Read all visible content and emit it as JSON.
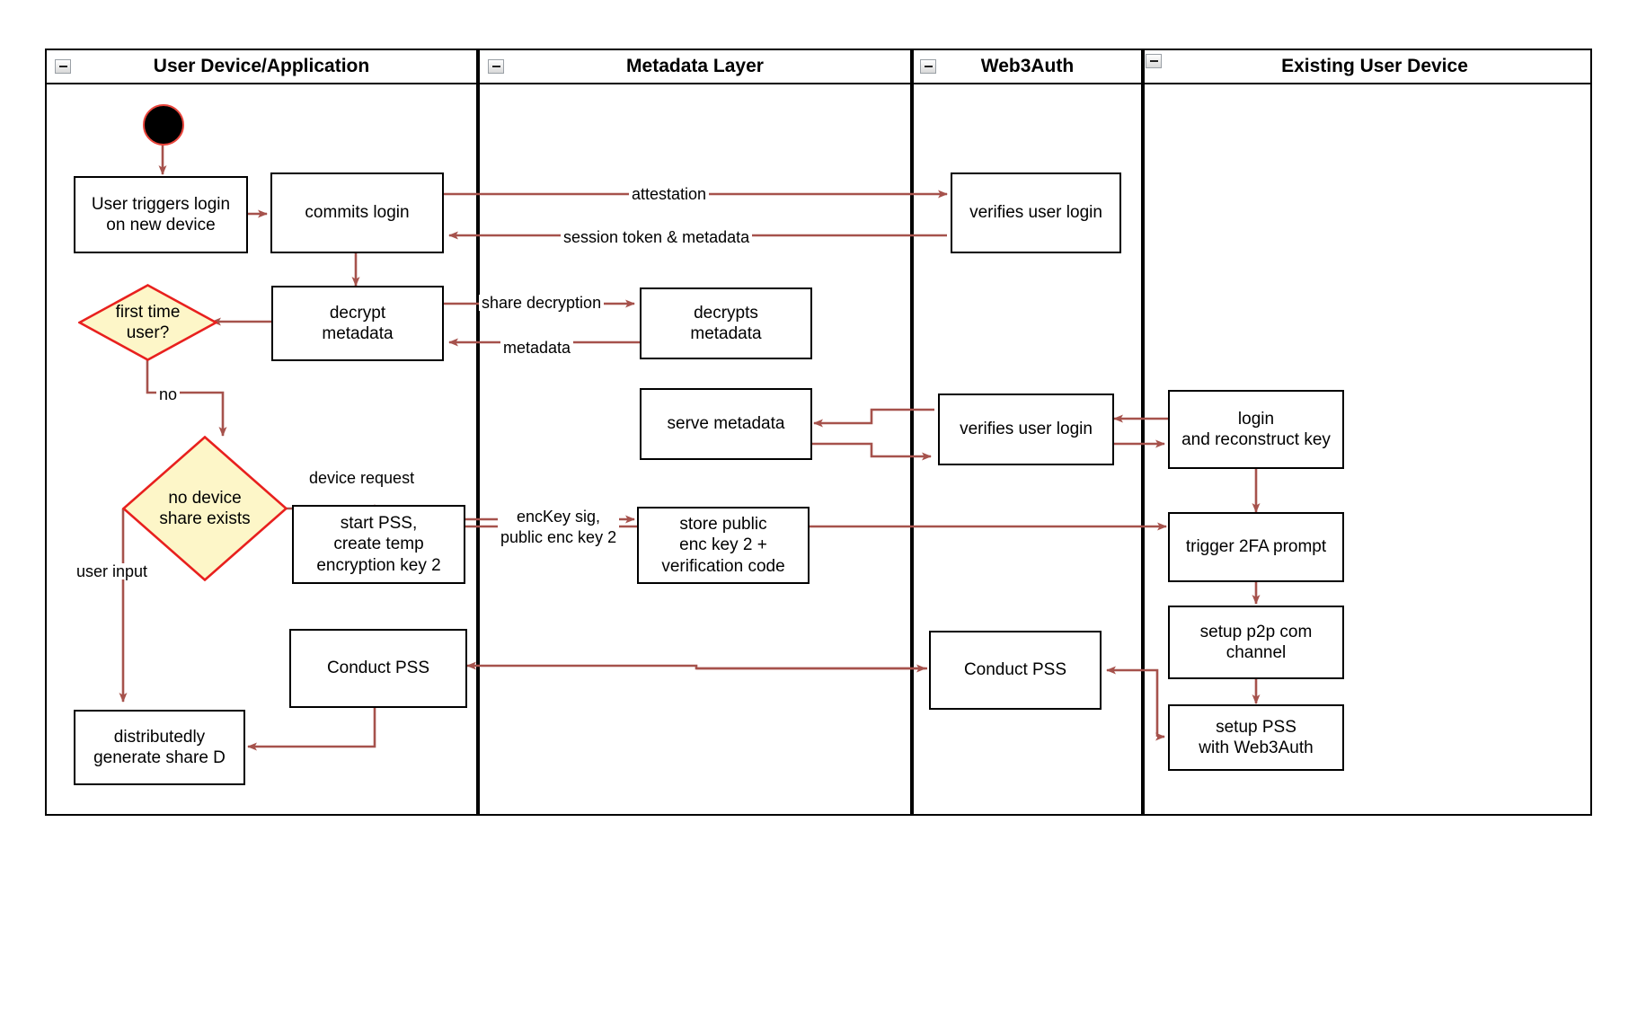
{
  "diagram": {
    "title": "Web3Auth new-device login activity diagram",
    "accent_edge_color": "#a6524c",
    "decision_fill": "#fdf6c8",
    "decision_stroke": "#e8201e",
    "start_fill": "#000000",
    "start_stroke": "#e8453c"
  },
  "lanes": [
    {
      "id": "user-device",
      "title": "User Device/Application",
      "collapse_icon": "collapse-minus-icon"
    },
    {
      "id": "metadata-layer",
      "title": "Metadata Layer",
      "collapse_icon": "collapse-minus-icon"
    },
    {
      "id": "web3auth",
      "title": "Web3Auth",
      "collapse_icon": "collapse-minus-icon"
    },
    {
      "id": "existing-user-device",
      "title": "Existing User Device",
      "collapse_icon": "collapse-minus-icon"
    }
  ],
  "nodes": {
    "start": {
      "label": "",
      "shape": "initial-state"
    },
    "user_triggers_login": {
      "label": "User triggers login\non new device",
      "shape": "activity"
    },
    "commits_login": {
      "label": "commits login",
      "shape": "activity"
    },
    "decrypt_metadata": {
      "label": "decrypt\nmetadata",
      "shape": "activity"
    },
    "first_time_user": {
      "label": "first time\nuser?",
      "shape": "decision"
    },
    "no_device_share": {
      "label": "no device\nshare exists",
      "shape": "decision"
    },
    "start_pss_temp_key": {
      "label": "start PSS,\ncreate temp\nencryption key 2",
      "shape": "activity"
    },
    "conduct_pss_user": {
      "label": "Conduct PSS",
      "shape": "activity"
    },
    "distributedly_generate_share_d": {
      "label": "distributedly\ngenerate share D",
      "shape": "activity"
    },
    "decrypts_metadata": {
      "label": "decrypts\nmetadata",
      "shape": "activity"
    },
    "serve_metadata": {
      "label": "serve metadata",
      "shape": "activity"
    },
    "store_public_enc_key": {
      "label": "store public\nenc key 2 +\nverification code",
      "shape": "activity"
    },
    "verifies_user_login_1": {
      "label": "verifies user login",
      "shape": "activity"
    },
    "verifies_user_login_2": {
      "label": "verifies user login",
      "shape": "activity"
    },
    "conduct_pss_web3auth": {
      "label": "Conduct PSS",
      "shape": "activity"
    },
    "login_reconstruct_key": {
      "label": "login\nand reconstruct key",
      "shape": "activity"
    },
    "trigger_2fa_prompt": {
      "label": "trigger 2FA prompt",
      "shape": "activity"
    },
    "setup_p2p_channel": {
      "label": "setup p2p com\nchannel",
      "shape": "activity"
    },
    "setup_pss_web3auth": {
      "label": "setup PSS\nwith Web3Auth",
      "shape": "activity"
    }
  },
  "edge_labels": {
    "attestation": "attestation",
    "session_token": "session token & metadata",
    "share_decryption": "share decryption",
    "metadata": "metadata",
    "no": "no",
    "device_request": "device request",
    "user_input": "user input",
    "enckey_sig": "encKey sig,\npublic enc key 2"
  }
}
